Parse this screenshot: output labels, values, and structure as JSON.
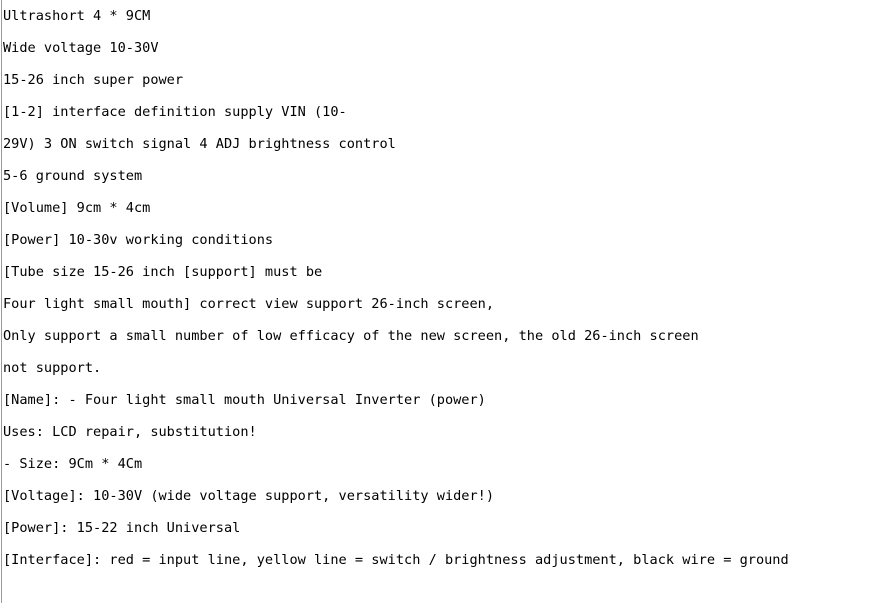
{
  "document": {
    "kind": "plain-text-product-description",
    "background_color": "#ffffff",
    "text_color": "#000000",
    "rule_color": "#9a9a9a",
    "lines": [
      "Ultrashort 4 * 9CM",
      "Wide voltage 10-30V",
      "15-26 inch super power",
      "[1-2] interface definition supply VIN (10-",
      "29V) 3 ON switch signal 4 ADJ brightness control",
      "5-6 ground system",
      "[Volume] 9cm * 4cm",
      "[Power] 10-30v working conditions",
      "[Tube size 15-26 inch [support] must be",
      "Four light small mouth] correct view support 26-inch screen,",
      "Only support a small number of low efficacy of the new screen, the old 26-inch screen",
      "not support.",
      "[Name]: - Four light small mouth Universal Inverter (power)",
      "Uses: LCD repair, substitution!",
      "- Size: 9Cm * 4Cm",
      "[Voltage]: 10-30V (wide voltage support, versatility wider!)",
      "[Power]: 15-22 inch Universal",
      "[Interface]: red = input line, yellow line = switch / brightness adjustment, black wire = ground"
    ]
  }
}
